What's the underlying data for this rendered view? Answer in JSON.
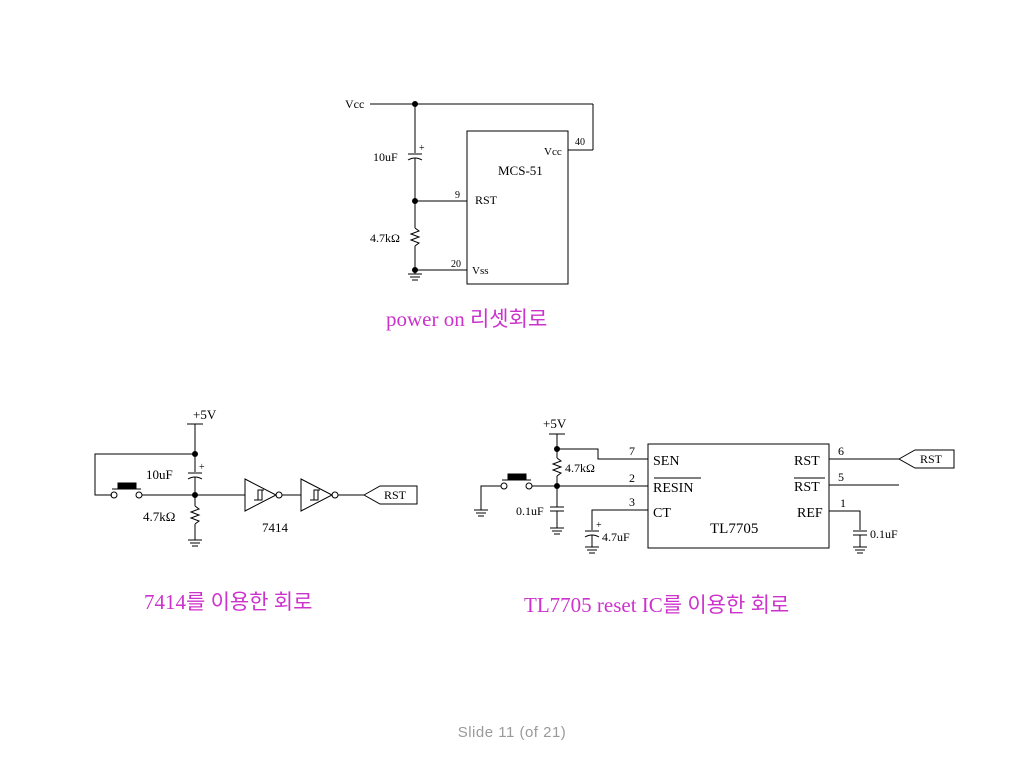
{
  "slide": {
    "footer": "Slide  11 (of  21)"
  },
  "circuit1": {
    "caption": "power on 리셋회로",
    "vcc_label": "Vcc",
    "cap_label": "10uF",
    "cap_polarity": "+",
    "res_label": "4.7kΩ",
    "ic_name": "MCS-51",
    "pin_vcc_num": "40",
    "pin_vcc_name": "Vcc",
    "pin_rst_num": "9",
    "pin_rst_name": "RST",
    "pin_vss_num": "20",
    "pin_vss_name": "Vss"
  },
  "circuit2": {
    "caption": "7414를 이용한 회로",
    "supply_label": "+5V",
    "cap_label": "10uF",
    "cap_polarity": "+",
    "res_label": "4.7kΩ",
    "ic_label": "7414",
    "output_label": "RST"
  },
  "circuit3": {
    "caption": "TL7705 reset IC를 이용한 회로",
    "supply_label": "+5V",
    "res_label": "4.7kΩ",
    "cap1_label": "0.1uF",
    "cap2_label": "4.7uF",
    "cap2_polarity": "+",
    "cap3_label": "0.1uF",
    "ic_name": "TL7705",
    "pin7_num": "7",
    "pin7_name": "SEN",
    "pin2_num": "2",
    "pin2_name": "RESIN",
    "pin3_num": "3",
    "pin3_name": "CT",
    "pin6_num": "6",
    "pin6_name": "RST",
    "pin5_num": "5",
    "pin5_name": "RST",
    "pin1_num": "1",
    "pin1_name": "REF",
    "output_label": "RST"
  }
}
